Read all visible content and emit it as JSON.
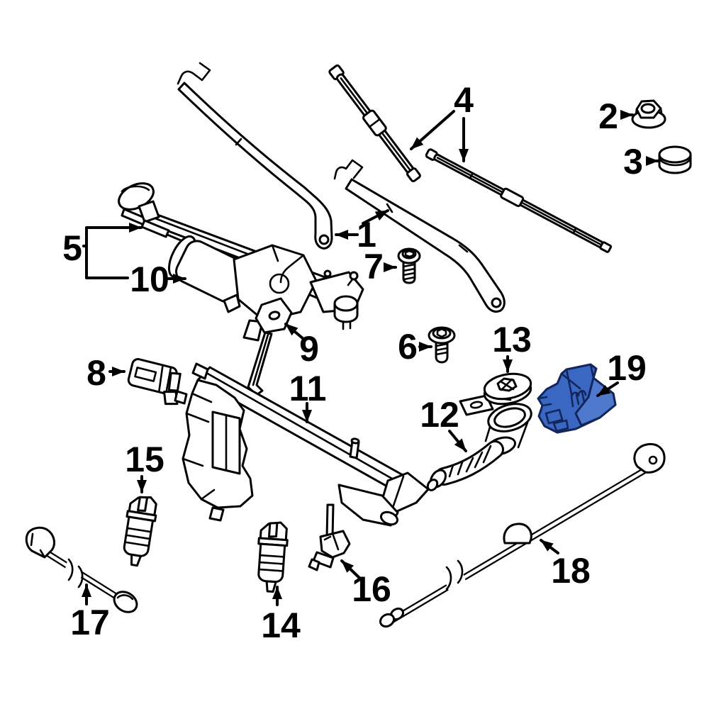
{
  "diagram": {
    "kind": "exploded-parts-diagram",
    "subject": "windshield wiper and washer system",
    "background": "#ffffff",
    "line_color": "#000000",
    "label_color": "#000000",
    "highlight": {
      "part_number": "19",
      "fill": "#3a67c1",
      "facet": "#4e79cd",
      "stroke": "#13265c"
    },
    "callouts": [
      {
        "number": "1",
        "part": "wiper-arm"
      },
      {
        "number": "2",
        "part": "spindle-nut"
      },
      {
        "number": "3",
        "part": "cover-cap"
      },
      {
        "number": "4",
        "part": "wiper-blade"
      },
      {
        "number": "5",
        "part": "wiper-linkage-assembly"
      },
      {
        "number": "6",
        "part": "screw"
      },
      {
        "number": "7",
        "part": "screw"
      },
      {
        "number": "8",
        "part": "clip"
      },
      {
        "number": "9",
        "part": "bracket"
      },
      {
        "number": "10",
        "part": "wiper-motor"
      },
      {
        "number": "11",
        "part": "washer-reservoir"
      },
      {
        "number": "12",
        "part": "filler-neck"
      },
      {
        "number": "13",
        "part": "reservoir-cap"
      },
      {
        "number": "14",
        "part": "washer-pump"
      },
      {
        "number": "15",
        "part": "washer-pump"
      },
      {
        "number": "16",
        "part": "level-sensor"
      },
      {
        "number": "17",
        "part": "washer-hose"
      },
      {
        "number": "18",
        "part": "nozzle-hose"
      },
      {
        "number": "19",
        "part": "bracket-highlighted"
      }
    ]
  }
}
